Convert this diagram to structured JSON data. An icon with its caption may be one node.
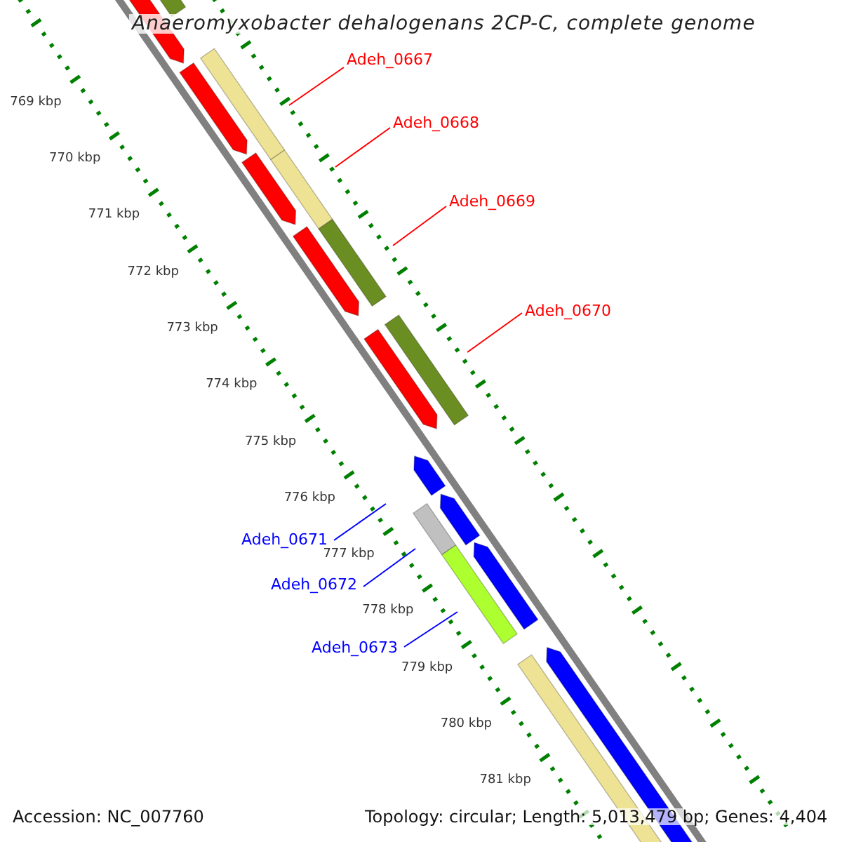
{
  "diagram": {
    "title": "Anaeromyxobacter dehalogenans 2CP-C, complete genome",
    "nodes": [
      {
        "text": [
          "Adeh_0667"
        ]
      },
      {
        "text": [
          "Adeh_0668"
        ]
      },
      {
        "text": [
          "Adeh_0669"
        ]
      },
      {
        "text": [
          "Adeh_0670"
        ]
      },
      {
        "text": [
          "Adeh_0671"
        ]
      },
      {
        "text": [
          "Adeh_0672"
        ]
      },
      {
        "text": [
          "Adeh_0673"
        ]
      }
    ],
    "edges": [
      {
        "from": 0,
        "to": null,
        "arrow": "none",
        "color": "#ff0000"
      },
      {
        "from": 1,
        "to": null,
        "arrow": "none",
        "color": "#ff0000"
      },
      {
        "from": 2,
        "to": null,
        "arrow": "none",
        "color": "#ff0000"
      },
      {
        "from": 3,
        "to": null,
        "arrow": "none",
        "color": "#ff0000"
      },
      {
        "from": 4,
        "to": null,
        "arrow": "none",
        "color": "#0000ff"
      },
      {
        "from": 5,
        "to": null,
        "arrow": "none",
        "color": "#0000ff"
      },
      {
        "from": 6,
        "to": null,
        "arrow": "none",
        "color": "#0000ff"
      }
    ],
    "labels": [
      "769 kbp",
      "770 kbp",
      "771 kbp",
      "772 kbp",
      "773 kbp",
      "774 kbp",
      "775 kbp",
      "776 kbp",
      "777 kbp",
      "778 kbp",
      "779 kbp",
      "780 kbp",
      "781 kbp",
      "Accession: NC_007760",
      "Topology: circular; Length: 5,013,479 bp; Genes: 4,404"
    ]
  }
}
